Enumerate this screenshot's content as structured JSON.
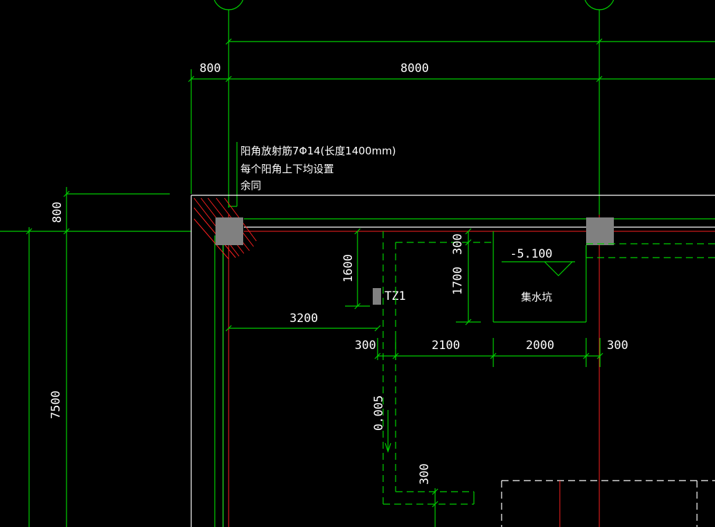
{
  "drawing": {
    "background": "#000000",
    "colors": {
      "dimension": "#00d000",
      "wall": "#ffffff",
      "axis": "#ff2020",
      "column": "#808080"
    },
    "dimensions": {
      "top_left": "800",
      "top_main": "8000",
      "left_upper": "800",
      "left_main": "7500",
      "inner_1600": "1600",
      "inner_3200": "3200",
      "bottom_300_a": "300",
      "bottom_2100": "2100",
      "bottom_2000": "2000",
      "bottom_300_b": "300",
      "pit_300": "300",
      "pit_1700": "1700",
      "lower_300": "300",
      "slope": "0.005"
    },
    "notes": {
      "line1": "阳角放射筋7Φ14(长度1400mm)",
      "line2": "每个阳角上下均设置",
      "line3": "余同"
    },
    "labels": {
      "tz1": "TZ1",
      "elevation": "-5.100",
      "pit": "集水坑"
    }
  }
}
